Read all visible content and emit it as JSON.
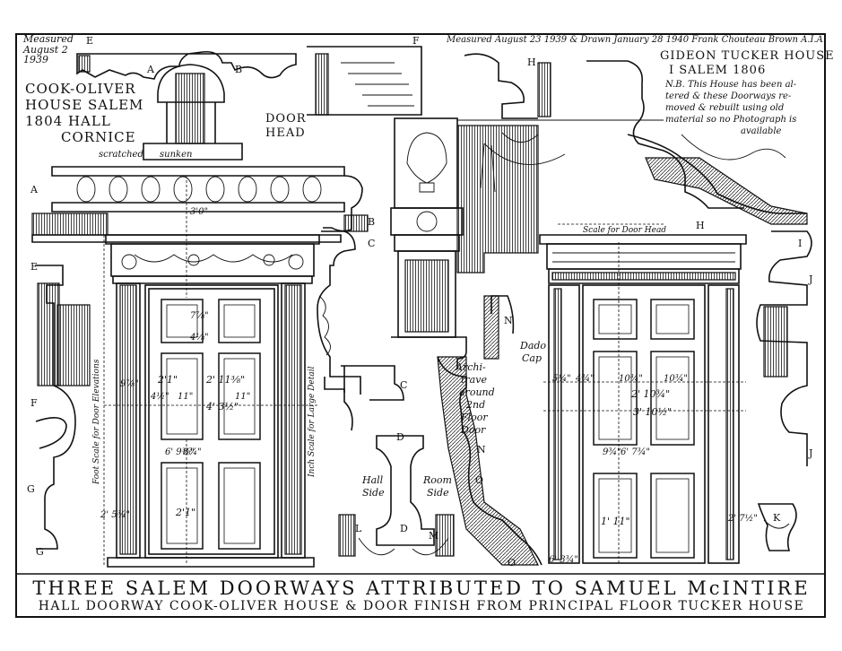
{
  "plate": {
    "left_header": {
      "measured": "Measured August 2 1939",
      "house_lines": [
        "COOK-OLIVER",
        "HOUSE SALEM",
        "1804 HALL",
        "CORNICE"
      ],
      "door_head": [
        "DOOR",
        "HEAD"
      ]
    },
    "right_header": {
      "credit": "Measured August 23 1939 & Drawn January 28 1940 Frank Chouteau Brown A.I.A.",
      "house_lines": [
        "GIDEON TUCKER HOUSE",
        "I SALEM 1806"
      ],
      "note_lines": [
        "N.B. This House has been al-",
        "tered & these Doorways re-",
        "moved & rebuilt using old",
        "material so no Photograph is",
        "available"
      ]
    },
    "section_marks": [
      "A",
      "B",
      "C",
      "D",
      "E",
      "F",
      "G",
      "H",
      "I",
      "J",
      "K",
      "L",
      "M",
      "N",
      "O"
    ],
    "notes": {
      "scratched": "scratched",
      "sunken": "sunken",
      "scale_door_head": "Scale for Door Head",
      "foot_scale": "Foot Scale for Door Elevations",
      "inch_scale": "Inch Scale for Large Detail",
      "hall_side": [
        "Hall",
        "Side"
      ],
      "room_side": [
        "Room",
        "Side"
      ],
      "architrave": [
        "Archi-",
        "trave",
        "around",
        "2nd",
        "Floor",
        "Door"
      ],
      "dado_cap": [
        "Dado",
        "Cap"
      ]
    },
    "dimensions_left": [
      "2'1\"",
      "2' 11⅜\"",
      "4½\"",
      "11\"",
      "4' 3½\"",
      "6' 9⅜\"",
      "8¾\"",
      "2'1\"",
      "2' 5¾\"",
      "9⅞\"",
      "3'0\"",
      "7⅞\"",
      "4⅛\""
    ],
    "dimensions_right": [
      "5¼\"",
      "4¾\"",
      "10¾\"",
      "2' 10¾\"",
      "3' 10½\"",
      "9¾\"",
      "6' 7¾\"",
      "1' 11\"",
      "6' 3¾\"",
      "2' 7½\""
    ],
    "title_lines": [
      "THREE SALEM DOORWAYS ATTRIBUTED TO SAMUEL McINTIRE",
      "HALL DOORWAY COOK-OLIVER HOUSE & DOOR FINISH FROM PRINCIPAL FLOOR TUCKER HOUSE"
    ]
  }
}
